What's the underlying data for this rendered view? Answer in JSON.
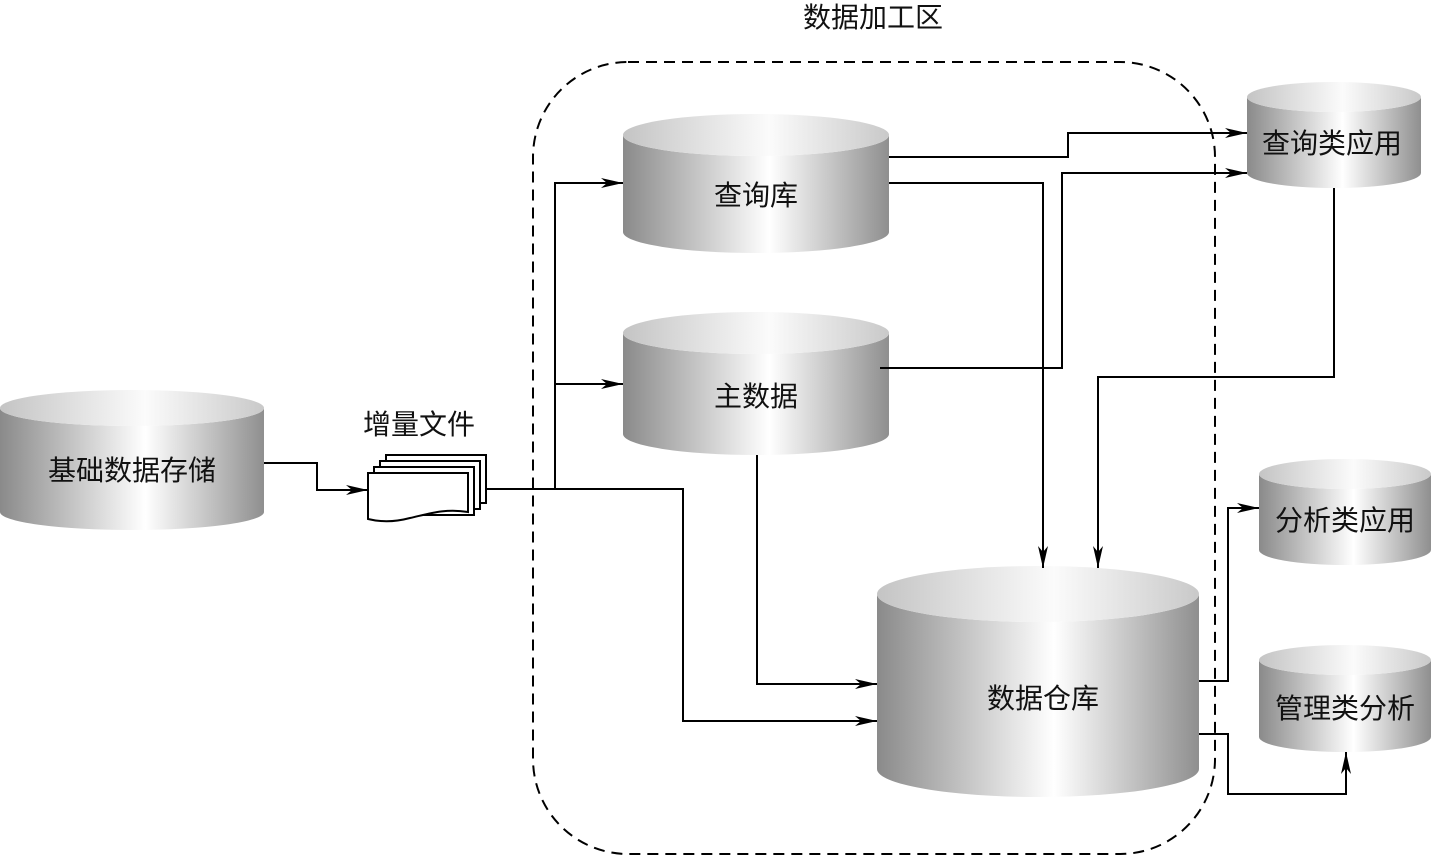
{
  "diagram": {
    "zone_title": "数据加工区",
    "file_label": "增量文件",
    "nodes": {
      "base_storage": "基础数据存储",
      "query_db": "查询库",
      "master_data": "主数据",
      "data_warehouse": "数据仓库",
      "query_apps": "查询类应用",
      "analysis_apps": "分析类应用",
      "management_analysis": "管理类分析"
    }
  }
}
